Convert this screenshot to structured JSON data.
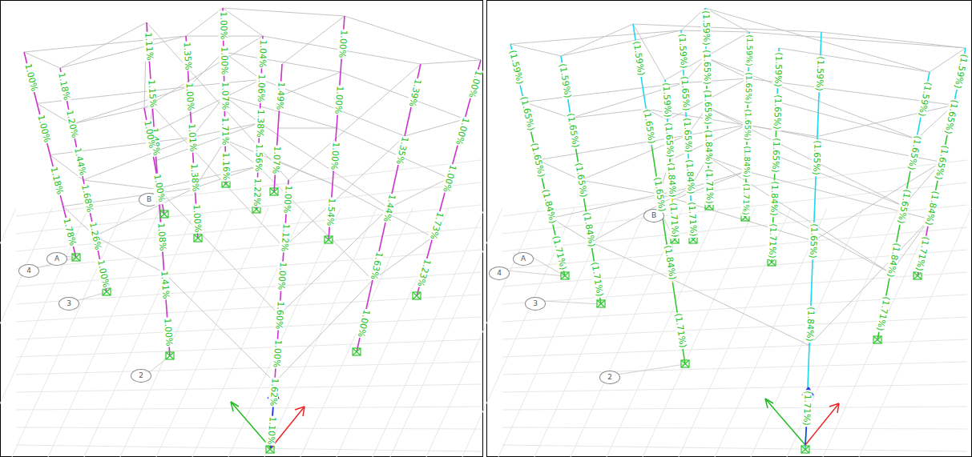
{
  "diagram": {
    "nodes": [
      {
        "text": [
          "A"
        ]
      },
      {
        "text": [
          "4"
        ]
      },
      {
        "text": [
          "3"
        ]
      },
      {
        "text": [
          "2"
        ]
      },
      {
        "text": [
          "B"
        ]
      },
      {
        "text": [
          "A"
        ]
      },
      {
        "text": [
          "4"
        ]
      },
      {
        "text": [
          "3"
        ]
      },
      {
        "text": [
          "2"
        ]
      },
      {
        "text": [
          "B"
        ]
      }
    ],
    "labels": [
      "1.00%",
      "1.00%",
      "1.18%",
      "1.78%",
      "1.18%",
      "1.20%",
      "1.44%",
      "1.68%",
      "1.26%",
      "1.00%",
      "1.11%",
      "1.15%",
      "1.48%",
      "1.61%",
      "1.08%",
      "1.41%",
      "1.00%",
      "1.00%",
      "1.00%",
      "1.35%",
      "1.00%",
      "1.01%",
      "1.38%",
      "1.00%",
      "1.00%",
      "1.00%",
      "1.07%",
      "1.71%",
      "1.16%",
      "1.04%",
      "1.06%",
      "1.38%",
      "1.56%",
      "1.22%",
      "1.49%",
      "1.07%",
      "1.00%",
      "1.12%",
      "1.00%",
      "1.60%",
      "1.00%",
      "1.62%",
      "1.10%",
      "1.00%",
      "1.00%",
      "1.00%",
      "1.54%",
      "1.39%",
      "1.35%",
      "1.44%",
      "1.63%",
      "1.00%",
      "1.00%",
      "1.00%",
      "1.00%",
      "1.73%",
      "1.23%",
      "(1.59%)",
      "(1.65%)",
      "(1.65%)",
      "(1.84%)",
      "(1.71%)",
      "(1.59%)",
      "(1.65%)",
      "(1.65%)",
      "(1.84%)",
      "(1.71%)",
      "(1.59%)",
      "(1.65%)",
      "(1.65%)",
      "(1.84%)",
      "(1.71%)",
      "(1.59%)",
      "(1.65%)",
      "(1.84%)",
      "(1.71%)",
      "(1.59%)",
      "(1.65%)",
      "(1.65%)",
      "(1.84%)",
      "(1.71%)",
      "(1.59%)",
      "(1.65%)",
      "(1.65%)",
      "(1.84%)",
      "(1.71%)",
      "(1.59%)",
      "(1.65%)",
      "(1.65%)",
      "(1.84%)",
      "(1.71%)",
      "(1.59%)",
      "(1.65%)",
      "(1.65%)",
      "(1.84%)",
      "(1.71%)",
      "(1.59%)",
      "(1.65%)",
      "(1.65%)",
      "(1.84%)",
      "(1.71%)",
      "(1.59%)",
      "(1.65%)",
      "(1.65%)",
      "(1.84%)",
      "(1.71%)",
      "(1.59%)",
      "(1.65%)",
      "(1.65%)",
      "(1.84%)",
      "(1.71%)"
    ]
  }
}
